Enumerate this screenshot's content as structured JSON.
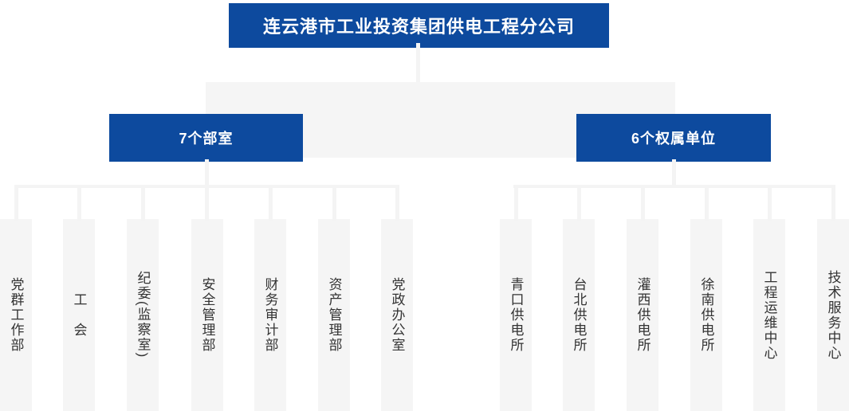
{
  "org_chart": {
    "root": {
      "label": "连云港市工业投资集团供电工程分公司"
    },
    "groups": [
      {
        "label": "7个部室",
        "children": [
          {
            "label": "党群工作部"
          },
          {
            "label": "工　会"
          },
          {
            "label": "纪委(监察室)"
          },
          {
            "label": "安全管理部"
          },
          {
            "label": "财务审计部"
          },
          {
            "label": "资产管理部"
          },
          {
            "label": "党政办公室"
          }
        ]
      },
      {
        "label": "6个权属单位",
        "children": [
          {
            "label": "青口供电所"
          },
          {
            "label": "台北供电所"
          },
          {
            "label": "灌西供电所"
          },
          {
            "label": "徐南供电所"
          },
          {
            "label": "工程运维中心"
          },
          {
            "label": "技术服务中心"
          }
        ]
      }
    ],
    "colors": {
      "node_blue": "#0d4a9e",
      "panel_gray": "#f5f5f5",
      "connector_gray": "#f4f4f4",
      "leaf_text": "#333333",
      "node_text": "#ffffff"
    }
  }
}
